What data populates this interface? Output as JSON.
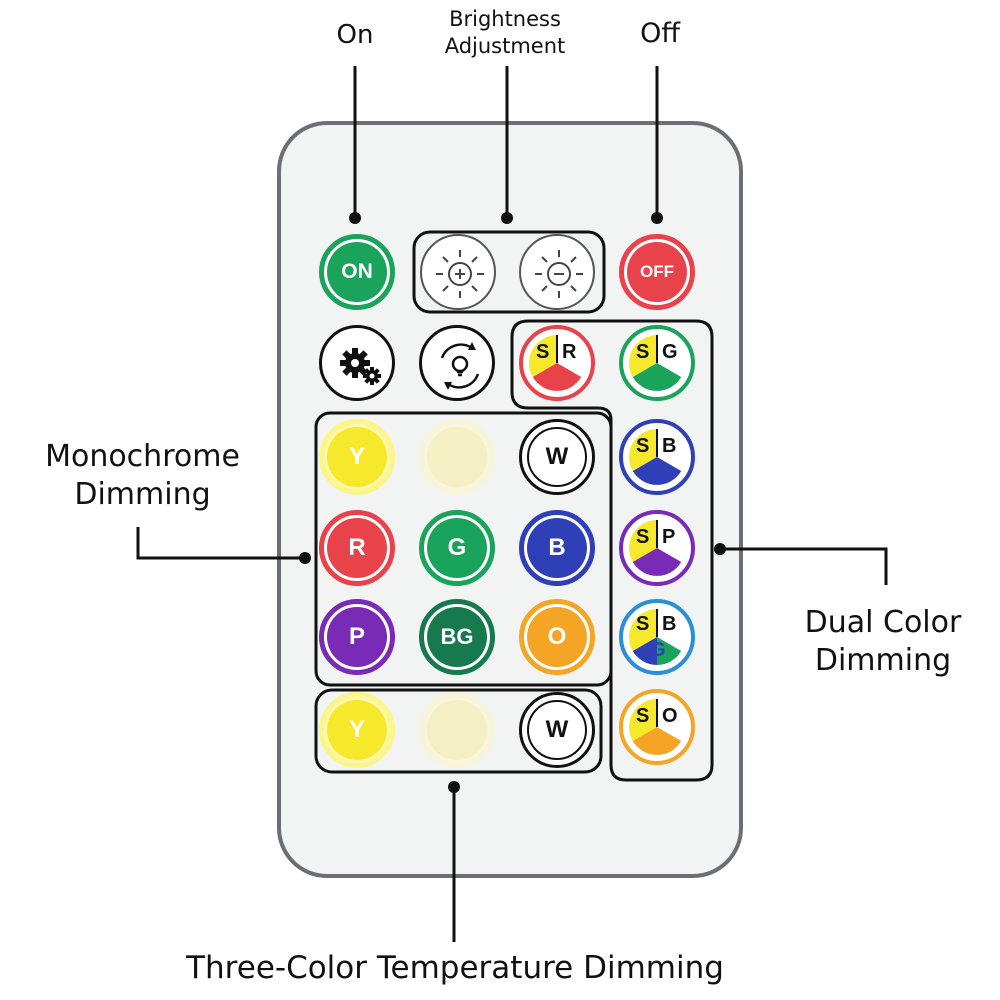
{
  "labels": {
    "on": "On",
    "brightness_line1": "Brightness",
    "brightness_line2": "Adjustment",
    "off": "Off",
    "mono_line1": "Monochrome",
    "mono_line2": "Dimming",
    "dual_line1": "Dual Color",
    "dual_line2": "Dimming",
    "three": "Three-Color Temperature Dimming"
  },
  "buttons": {
    "on": "ON",
    "off": "OFF",
    "y": "Y",
    "w": "W",
    "r": "R",
    "g": "G",
    "b": "B",
    "p": "P",
    "bg": "BG",
    "o": "O",
    "y2": "Y",
    "w2": "W"
  },
  "dual": {
    "s": "S",
    "sr": "R",
    "sg": "G",
    "sb": "B",
    "sp": "P",
    "sbg_b": "B",
    "sbg_g": "G",
    "so": "O"
  },
  "colors": {
    "on": "#1aa35a",
    "off": "#e8424a",
    "yellow": "#f6e92c",
    "warm": "#f5efc4",
    "red": "#e8424a",
    "green": "#1aa35a",
    "blue": "#2f3fb8",
    "purple": "#7a2bb5",
    "orange": "#f4a526",
    "outline": "#111111",
    "body_border": "#6a6f75"
  }
}
